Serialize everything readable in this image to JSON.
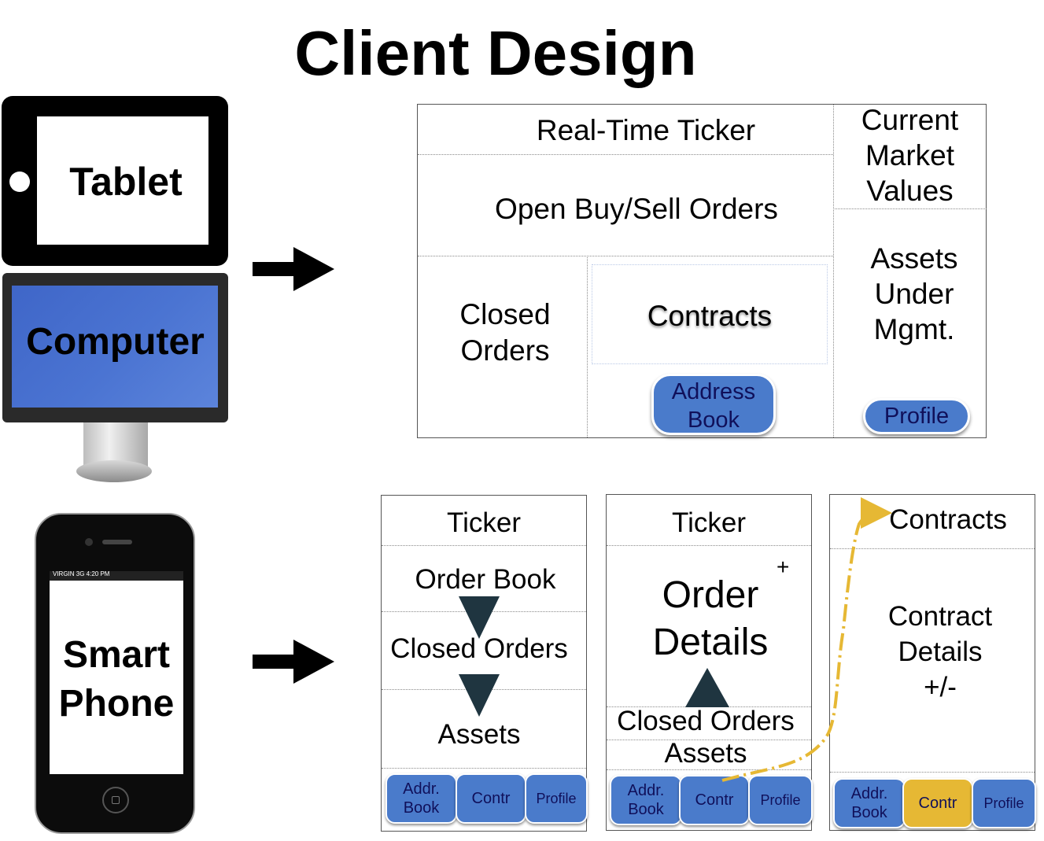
{
  "title": "Client Design",
  "devices": {
    "tablet_label": "Tablet",
    "computer_label": "Computer",
    "phone_label_line1": "Smart",
    "phone_label_line2": "Phone",
    "phone_status": "VIRGIN  3G      4:20 PM"
  },
  "desktop_layout": {
    "ticker": "Real-Time Ticker",
    "open_orders": "Open Buy/Sell Orders",
    "market_values": [
      "Current",
      "Market",
      "Values"
    ],
    "closed_orders": [
      "Closed",
      "Orders"
    ],
    "contracts": "Contracts",
    "assets": [
      "Assets",
      "Under",
      "Mgmt."
    ],
    "address_book_button": [
      "Address",
      "Book"
    ],
    "profile_button": "Profile"
  },
  "phone_screens": [
    {
      "ticker": "Ticker",
      "order_book": "Order Book",
      "closed_orders": "Closed Orders",
      "assets": "Assets",
      "buttons": [
        [
          "Addr.",
          "Book"
        ],
        "Contr",
        "Profile"
      ]
    },
    {
      "ticker": "Ticker",
      "plus": "+",
      "order_details": [
        "Order",
        "Details"
      ],
      "closed_orders": "Closed Orders",
      "assets": "Assets",
      "buttons": [
        [
          "Addr.",
          "Book"
        ],
        "Contr",
        "Profile"
      ]
    },
    {
      "contracts": "Contracts",
      "contract_details": [
        "Contract",
        "Details",
        "+/-"
      ],
      "buttons": [
        [
          "Addr.",
          "Book"
        ],
        "Contr",
        "Profile"
      ]
    }
  ],
  "colors": {
    "button_blue": "#4a7bcb",
    "button_active": "#e6b834",
    "connector": "#e6b834",
    "screen_blue": "#4b74d2"
  }
}
